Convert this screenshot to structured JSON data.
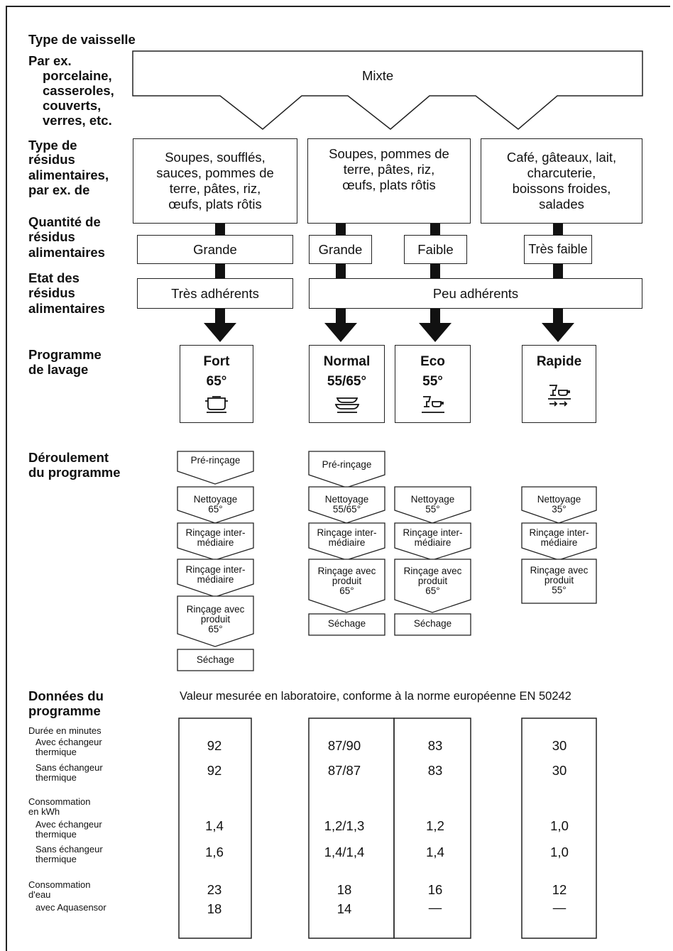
{
  "labels": {
    "type_vaisselle": "Type de vaisselle",
    "par_ex": "Par ex.",
    "par_ex_lines": [
      "porcelaine,",
      "casseroles,",
      "couverts,",
      "verres, etc."
    ],
    "type_residus": [
      "Type de",
      "résidus",
      "alimentaires,",
      "par ex. de"
    ],
    "quantite": [
      "Quantité de",
      "résidus",
      "alimentaires"
    ],
    "etat": [
      "Etat des",
      "résidus",
      "alimentaires"
    ],
    "programme": [
      "Programme",
      "de lavage"
    ],
    "deroulement": [
      "Déroulement",
      "du programme"
    ],
    "donnees": [
      "Données du",
      "programme"
    ]
  },
  "mixte": "Mixte",
  "residus": [
    [
      "Soupes, soufflés,",
      "sauces, pommes de",
      "terre, pâtes, riz,",
      "œufs, plats rôtis"
    ],
    [
      "Soupes, pommes de",
      "terre, pâtes, riz,",
      "œufs, plats rôtis"
    ],
    [
      "Café, gâteaux, lait,",
      "charcuterie,",
      "boissons froides,",
      "salades"
    ]
  ],
  "quantites": [
    "Grande",
    "Grande",
    "Faible",
    "Très faible"
  ],
  "etats": [
    "Très adhérents",
    "Peu adhérents"
  ],
  "programmes": [
    {
      "name": "Fort",
      "temp": "65°",
      "icon": "pot-icon"
    },
    {
      "name": "Normal",
      "temp": "55/65°",
      "icon": "plates-icon"
    },
    {
      "name": "Eco",
      "temp": "55°",
      "icon": "glass-cup-icon"
    },
    {
      "name": "Rapide",
      "temp": "",
      "icon": "glass-cup-arrows-icon"
    }
  ],
  "steps": {
    "pre": "Pré-rinçage",
    "nett_fort": [
      "Nettoyage",
      "65°"
    ],
    "nett_normal": [
      "Nettoyage",
      "55/65°"
    ],
    "nett_eco": [
      "Nettoyage",
      "55°"
    ],
    "nett_rapide": [
      "Nettoyage",
      "35°"
    ],
    "rinc_inter": [
      "Rinçage inter-",
      "médiaire"
    ],
    "rinc_prod_65": [
      "Rinçage avec",
      "produit",
      "65°"
    ],
    "rinc_prod_55": [
      "Rinçage avec",
      "produit",
      "55°"
    ],
    "sechage": "Séchage"
  },
  "note": "Valeur mesurée en laboratoire, conforme à la norme européenne EN 50242",
  "rows": {
    "duree": "Durée en minutes",
    "avec_ech": [
      "Avec échangeur",
      "thermique"
    ],
    "sans_ech": [
      "Sans échangeur",
      "thermique"
    ],
    "conso_kwh": [
      "Consommation",
      "en kWh"
    ],
    "conso_eau": [
      "Consommation",
      "d'eau"
    ],
    "aquasensor": "avec Aquasensor"
  },
  "values": {
    "fort": {
      "duree_avec": "92",
      "duree_sans": "92",
      "kwh_avec": "1,4",
      "kwh_sans": "1,6",
      "eau": "23",
      "aqua": "18"
    },
    "normal": {
      "duree_avec": "87/90",
      "duree_sans": "87/87",
      "kwh_avec": "1,2/1,3",
      "kwh_sans": "1,4/1,4",
      "eau": "18",
      "aqua": "14"
    },
    "eco": {
      "duree_avec": "83",
      "duree_sans": "83",
      "kwh_avec": "1,2",
      "kwh_sans": "1,4",
      "eau": "16",
      "aqua": "—"
    },
    "rapide": {
      "duree_avec": "30",
      "duree_sans": "30",
      "kwh_avec": "1,0",
      "kwh_sans": "1,0",
      "eau": "12",
      "aqua": "—"
    }
  }
}
